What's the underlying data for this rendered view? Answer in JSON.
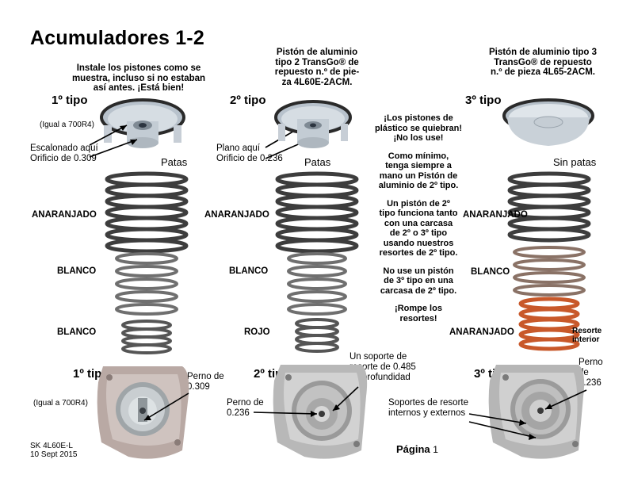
{
  "title": "Acumuladores 1-2",
  "intro_note": [
    "Instale los pistones como se",
    "muestra, incluso si no estaban",
    "así antes. ¡Está bien!"
  ],
  "col2_header": [
    "Pistón de aluminio",
    "tipo 2 TransGo® de",
    "repuesto n.º de pie-",
    "za 4L60E-2ACM."
  ],
  "col3_header": [
    "Pistón de aluminio tipo 3",
    "TransGo® de repuesto",
    "n.º de pieza 4L65-2ACM."
  ],
  "col1": {
    "type": "1º tipo",
    "same_as": "(Igual a 700R4)",
    "callout": [
      "Escalonado aquí",
      "Orificio de 0.309"
    ],
    "patas": "Patas",
    "springs": [
      "ANARANJADO",
      "BLANCO",
      "BLANCO"
    ]
  },
  "col2": {
    "type": "2º tipo",
    "callout": [
      "Plano aquí",
      "Orificio de 0.236"
    ],
    "patas": "Patas",
    "springs": [
      "ANARANJADO",
      "BLANCO",
      "ROJO"
    ]
  },
  "col3": {
    "type": "3º tipo",
    "patas": "Sin patas",
    "springs": [
      "ANARANJADO",
      "BLANCO",
      "ANARANJADO"
    ],
    "inner_spring": [
      "Resorte",
      "interior"
    ]
  },
  "middle_note": [
    [
      "¡Los pistones de",
      "plástico se quiebran!",
      "¡No los use!"
    ],
    [
      "Como mínimo,",
      "tenga siempre a",
      "mano un Pistón de",
      "aluminio de 2º tipo."
    ],
    [
      "Un pistón de 2º",
      "tipo funciona tanto",
      "con una carcasa",
      "de 2º o 3º tipo",
      "usando nuestros",
      "resortes de 2º tipo."
    ],
    [
      "No use un pistón",
      "de 3º tipo en una",
      "carcasa de 2º tipo."
    ],
    [
      "¡Rompe los",
      "resortes!"
    ]
  ],
  "bottom": {
    "c1_type": "1º tipo",
    "c1_same_as": "(Igual a 700R4)",
    "c1_pin": [
      "Perno de",
      "0.309"
    ],
    "c2_type": "2º tipo",
    "c2_support": [
      "Un soporte de",
      "resorte de 0.485",
      "de profundidad"
    ],
    "c2_pin": [
      "Perno de",
      "0.236"
    ],
    "c3_type": "3º tipo",
    "c3_pin": [
      "Perno",
      "de",
      "0.236"
    ],
    "c3_supports": [
      "Soportes de resorte",
      "internos y externos"
    ]
  },
  "footer": {
    "code": "SK 4L60E-L",
    "date": "10 Sept 2015",
    "page_label": "Página",
    "page_num": "1"
  },
  "colors": {
    "spring": "#4a4a4a",
    "spring_orange": "#c8582a",
    "aluminum": "#c9ced3",
    "casting": "#b9a9a4"
  }
}
